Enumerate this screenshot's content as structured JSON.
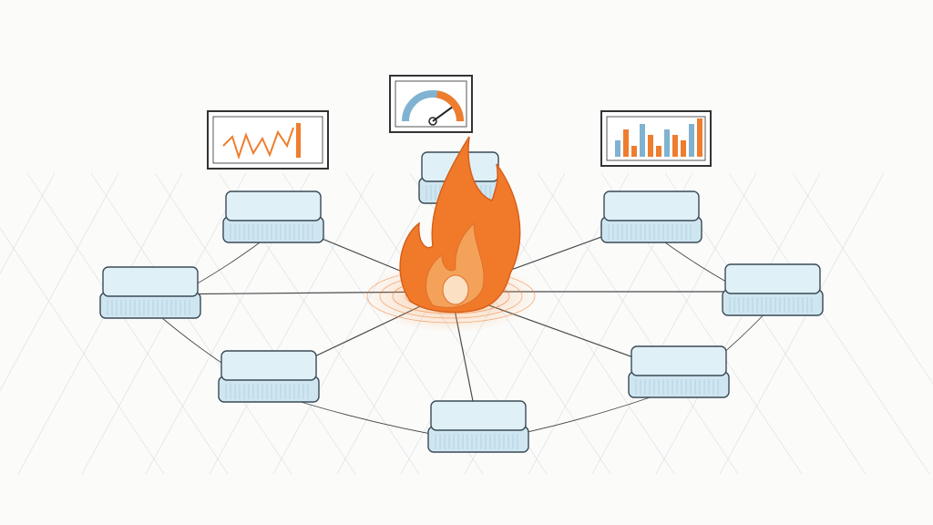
{
  "colors": {
    "paper": "#fbfbfa",
    "node_fill": "#cfe6f1",
    "node_top": "#dff0f7",
    "node_stroke": "#3a4a55",
    "link": "#4a4a4a",
    "fire_outer": "#f07a2a",
    "fire_inner": "#f4a259",
    "monitor_accent": "#ef7d2e",
    "monitor_blue": "#7fb3d1"
  },
  "bar_monitor_values": [
    3,
    5,
    2,
    6,
    4,
    2,
    5,
    4,
    3,
    6,
    7
  ],
  "gauge_level": 0.8
}
